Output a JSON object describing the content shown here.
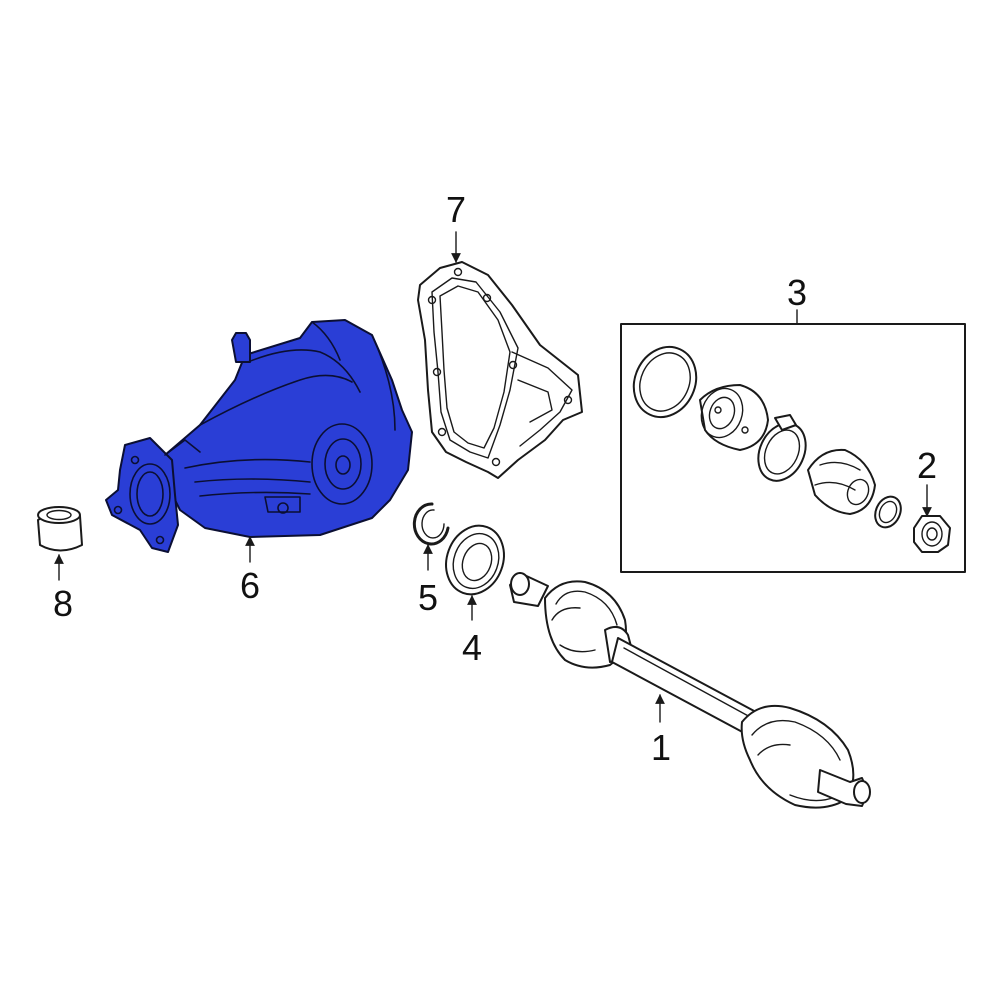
{
  "diagram": {
    "highlight_color": "#2a3ed6",
    "line_color": "#1a1a1a",
    "callouts": [
      {
        "id": "1",
        "label": "1"
      },
      {
        "id": "2",
        "label": "2"
      },
      {
        "id": "3",
        "label": "3"
      },
      {
        "id": "4",
        "label": "4"
      },
      {
        "id": "5",
        "label": "5"
      },
      {
        "id": "6",
        "label": "6"
      },
      {
        "id": "7",
        "label": "7"
      },
      {
        "id": "8",
        "label": "8"
      }
    ]
  }
}
